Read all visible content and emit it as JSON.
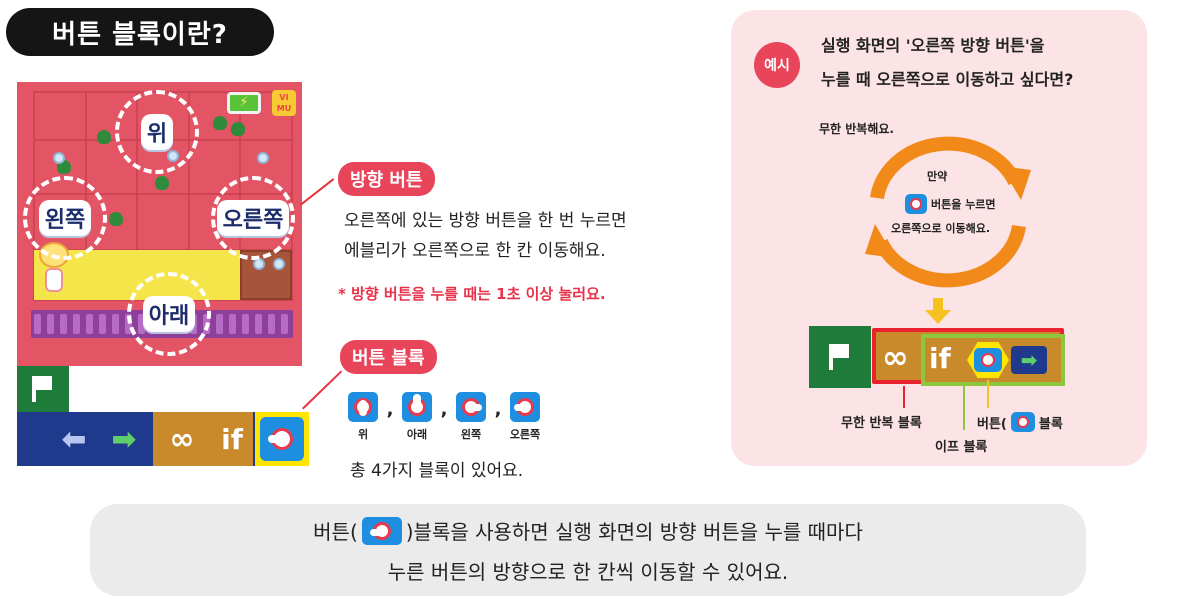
{
  "title": "버튼 블록이란?",
  "game": {
    "dir_up": "위",
    "dir_left": "왼쪽",
    "dir_right": "오른쪽",
    "dir_down": "아래",
    "battery_symbol": "⚡",
    "logo_line1": "VI",
    "logo_line2": "MU"
  },
  "blocks": {
    "arrow_left": "⬅",
    "arrow_right": "➡",
    "loop": "∞",
    "if": "if"
  },
  "direction_button": {
    "tag": "방향 버튼",
    "desc_line1": "오른쪽에 있는 방향 버튼을 한 번 누르면",
    "desc_line2": "에블리가 오른쪽으로 한 칸 이동해요.",
    "note": "* 방향 버튼을 누를 때는  1초 이상 눌러요."
  },
  "button_block": {
    "tag": "버튼 블록",
    "icons": [
      {
        "label": "위",
        "icon": "tap-up-icon"
      },
      {
        "label": "아래",
        "icon": "tap-down-icon"
      },
      {
        "label": "왼쪽",
        "icon": "tap-left-icon"
      },
      {
        "label": "오른쪽",
        "icon": "tap-right-icon"
      }
    ],
    "separator": ",",
    "total": "총 4가지 블록이 있어요."
  },
  "example": {
    "badge": "예시",
    "line1": "실행 화면의 '오른쪽 방향 버튼'을",
    "line2": "누를 때 오른쪽으로 이동하고 싶다면?",
    "loop_text": "무한 반복해요.",
    "if_line1": "만약",
    "if_line2": "버튼을 누르면",
    "if_line3": "오른쪽으로 이동해요.",
    "label_loop": "무한 반복 블록",
    "label_button_prefix": "버튼(",
    "label_button_suffix": "블록",
    "label_if": "이프 블록",
    "colors": {
      "loop_arrow": "#f28a1a",
      "loop_outline": "#e8232e",
      "if_outline": "#8dc63f",
      "button_hex": "#ffe500"
    }
  },
  "summary": {
    "line1_prefix": "버튼(",
    "line1_suffix": ")블록을 사용하면 실행 화면의 방향 버튼을 누를 때마다",
    "line2": "누른 버튼의 방향으로 한 칸씩 이동할 수 있어요."
  }
}
